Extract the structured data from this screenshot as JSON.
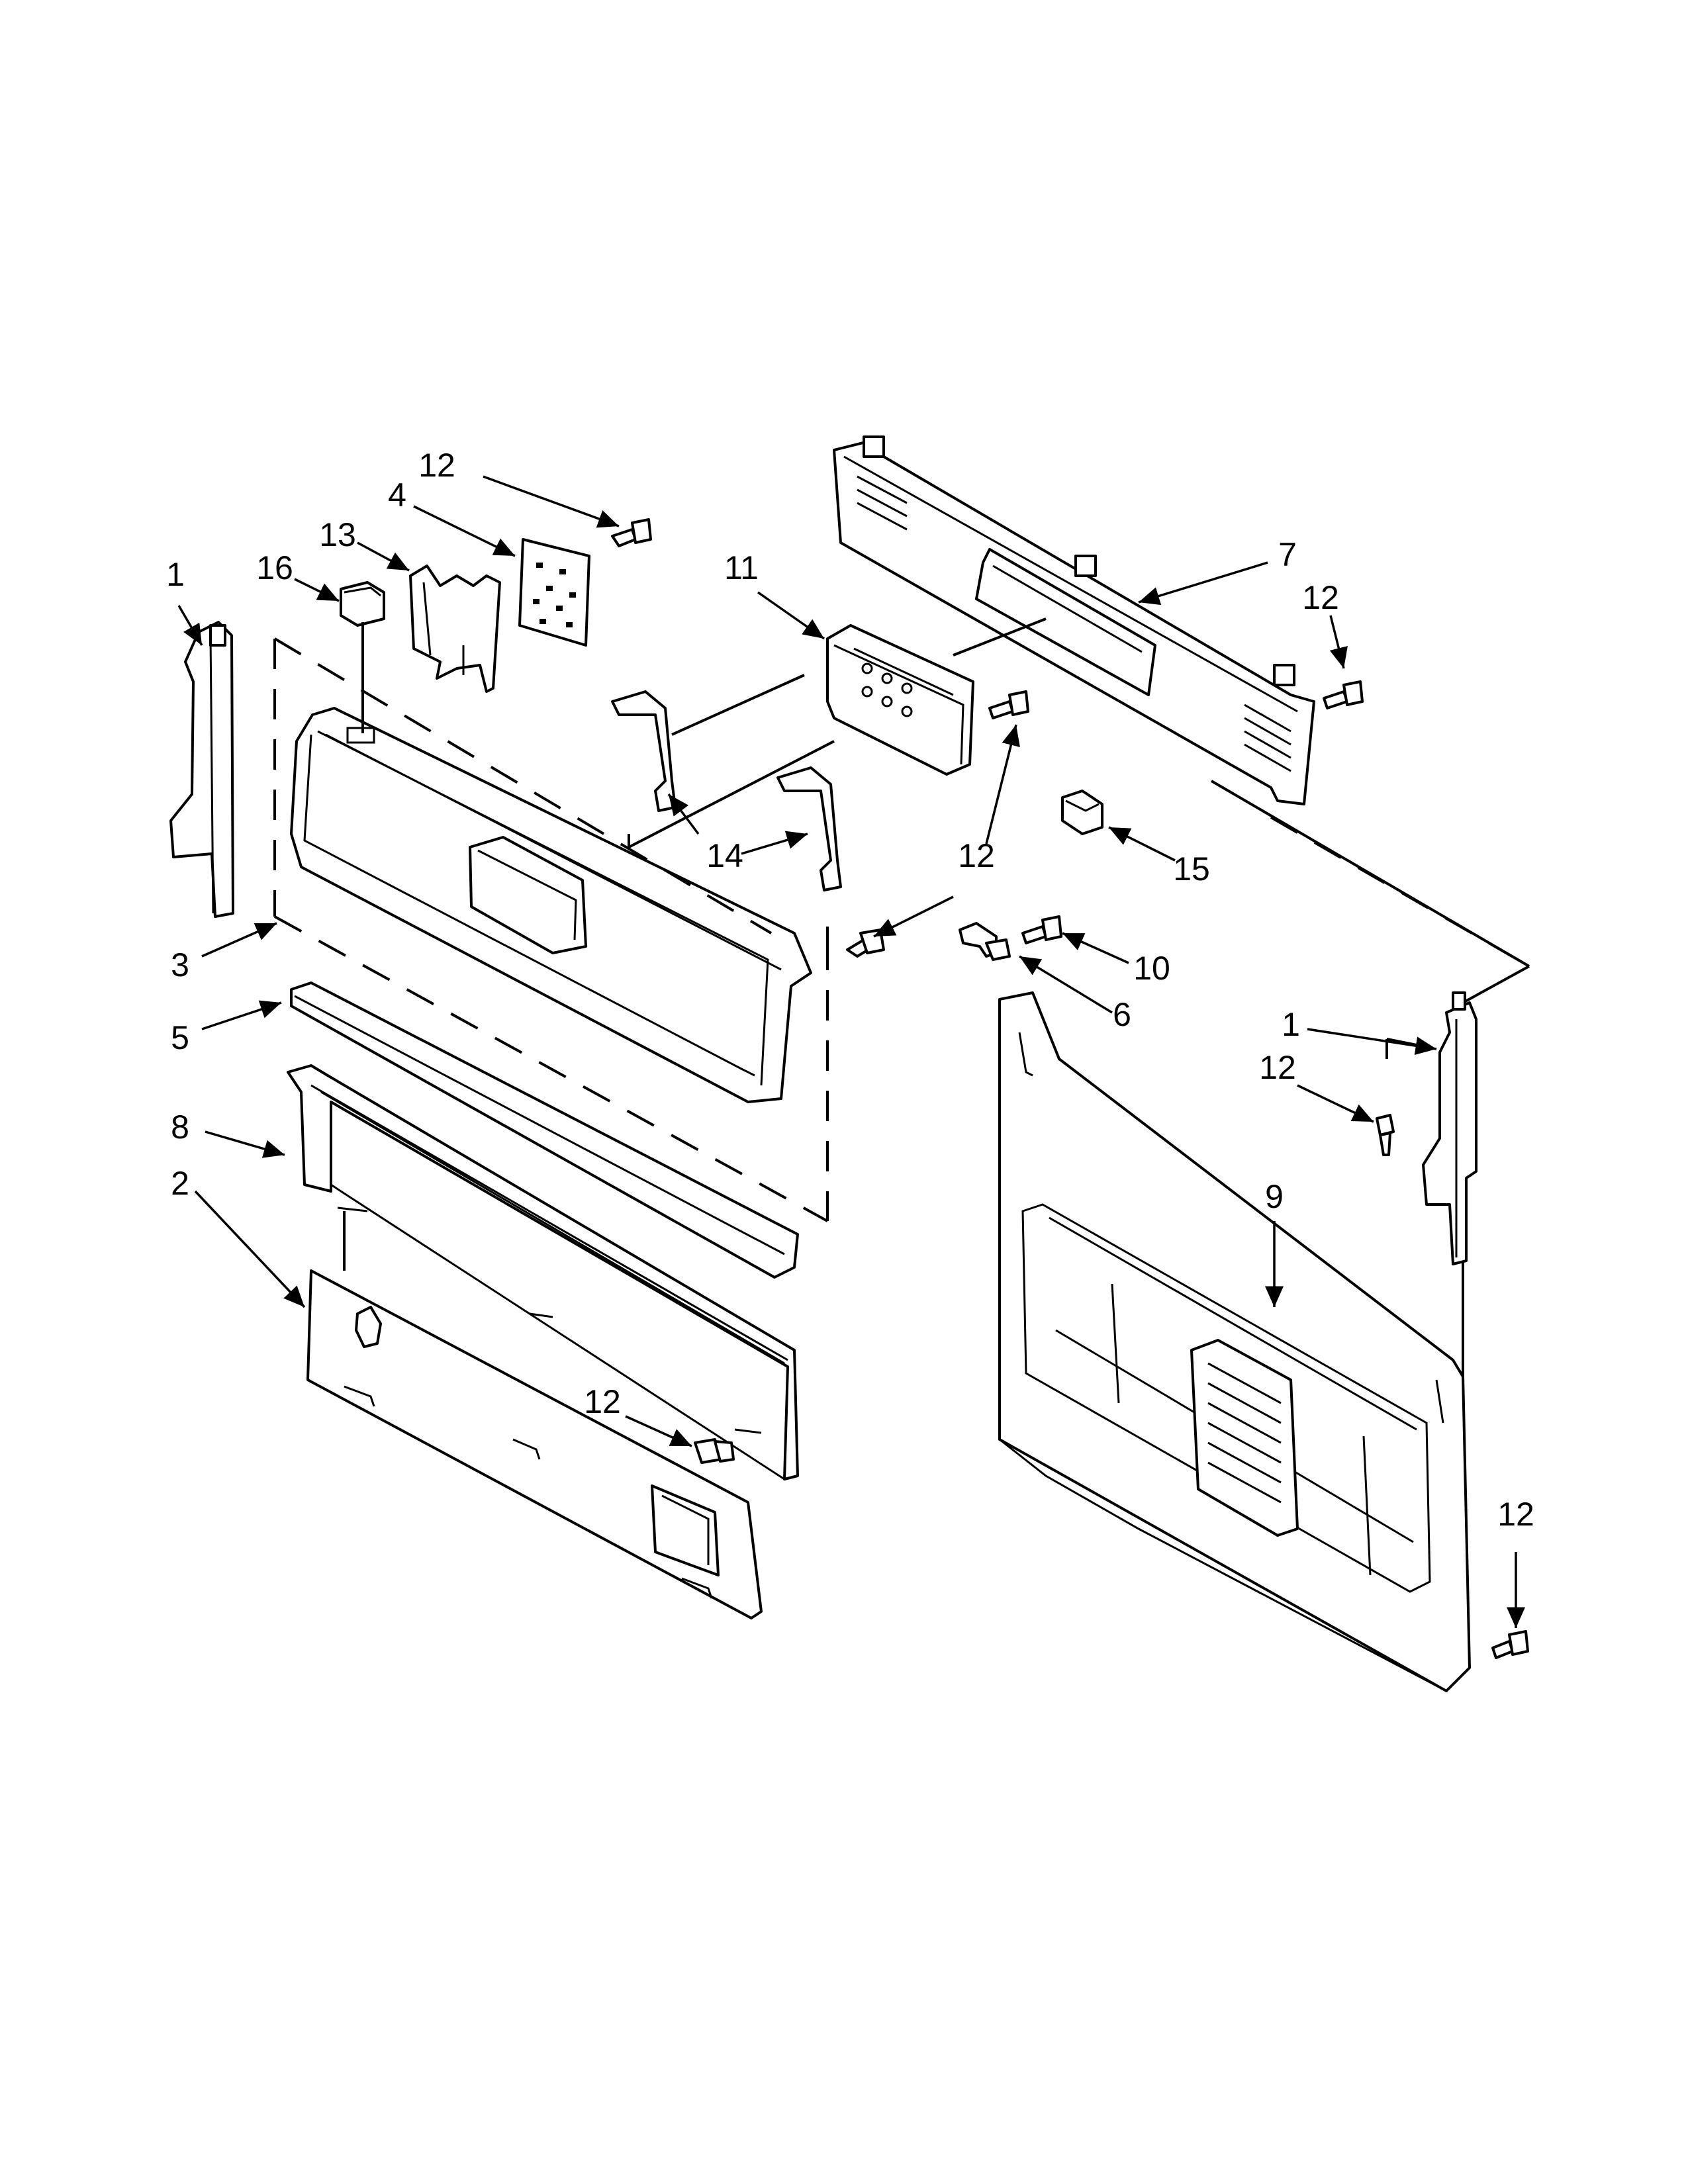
{
  "diagram": {
    "callouts": [
      {
        "id": "c-12-top",
        "label": "12"
      },
      {
        "id": "c-4",
        "label": "4"
      },
      {
        "id": "c-13",
        "label": "13"
      },
      {
        "id": "c-16",
        "label": "16"
      },
      {
        "id": "c-1-left",
        "label": "1"
      },
      {
        "id": "c-11",
        "label": "11"
      },
      {
        "id": "c-7",
        "label": "7"
      },
      {
        "id": "c-12-right",
        "label": "12"
      },
      {
        "id": "c-14",
        "label": "14"
      },
      {
        "id": "c-12-mid",
        "label": "12"
      },
      {
        "id": "c-15",
        "label": "15"
      },
      {
        "id": "c-10",
        "label": "10"
      },
      {
        "id": "c-6",
        "label": "6"
      },
      {
        "id": "c-3",
        "label": "3"
      },
      {
        "id": "c-5",
        "label": "5"
      },
      {
        "id": "c-1-right",
        "label": "1"
      },
      {
        "id": "c-12-side",
        "label": "12"
      },
      {
        "id": "c-9",
        "label": "9"
      },
      {
        "id": "c-8",
        "label": "8"
      },
      {
        "id": "c-2",
        "label": "2"
      },
      {
        "id": "c-12-low",
        "label": "12"
      },
      {
        "id": "c-12-bottom",
        "label": "12"
      }
    ]
  }
}
